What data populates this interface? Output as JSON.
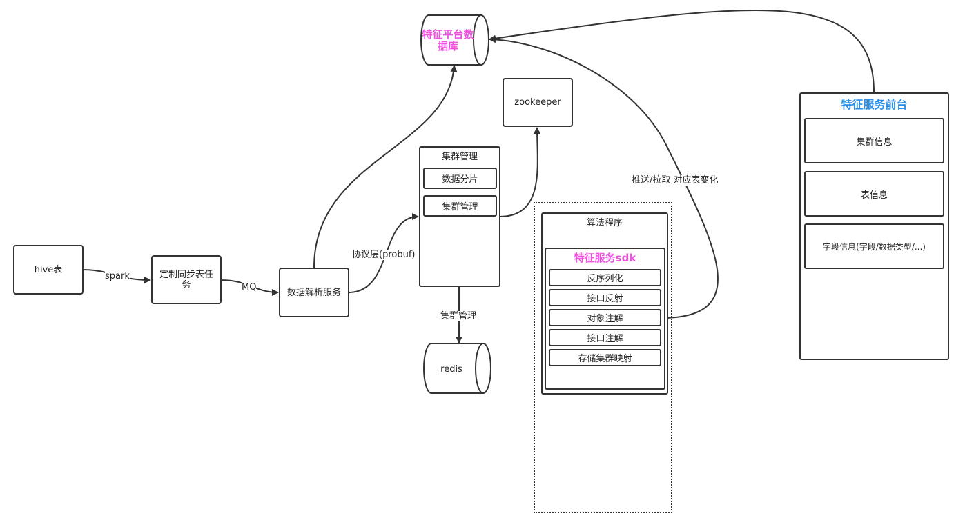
{
  "colors": {
    "pink": "#ee52e0",
    "blue": "#2b8fe8",
    "stroke": "#333333"
  },
  "nodes": {
    "hive": "hive表",
    "sync_task": "定制同步表任务",
    "parse_service": "数据解析服务",
    "db": "特征平台数据库",
    "zookeeper": "zookeeper",
    "redis": "redis",
    "cluster_panel": {
      "title": "集群管理",
      "items": [
        "数据分片",
        "集群管理"
      ]
    },
    "algo_panel": {
      "title": "算法程序",
      "sdk_title": "特征服务sdk",
      "sdk_items": [
        "反序列化",
        "接口反射",
        "对象注解",
        "接口注解",
        "存储集群映射"
      ]
    },
    "frontend": {
      "title": "特征服务前台",
      "items": [
        "集群信息",
        "表信息",
        "字段信息(字段/数据类型/...)"
      ]
    }
  },
  "edge_labels": {
    "spark": "spark",
    "mq": "MQ",
    "protocol": "协议层(probuf)",
    "cluster_mgmt": "集群管理",
    "push_pull": "推送/拉取 对应表变化"
  }
}
